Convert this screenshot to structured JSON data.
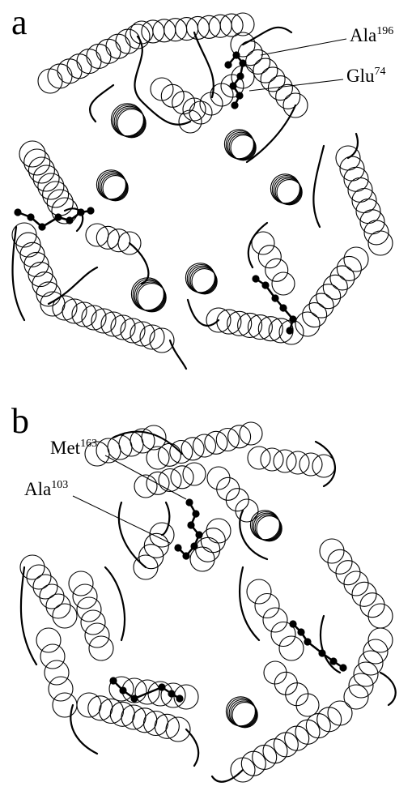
{
  "panels": [
    {
      "letter": "a",
      "labels": [
        {
          "name": "Ala",
          "number": "196"
        },
        {
          "name": "Glu",
          "number": "74"
        }
      ]
    },
    {
      "letter": "b",
      "labels": [
        {
          "name": "Met",
          "number": "163"
        },
        {
          "name": "Ala",
          "number": "103"
        }
      ]
    }
  ],
  "colors": {
    "ink": "#000000",
    "background": "#ffffff"
  }
}
